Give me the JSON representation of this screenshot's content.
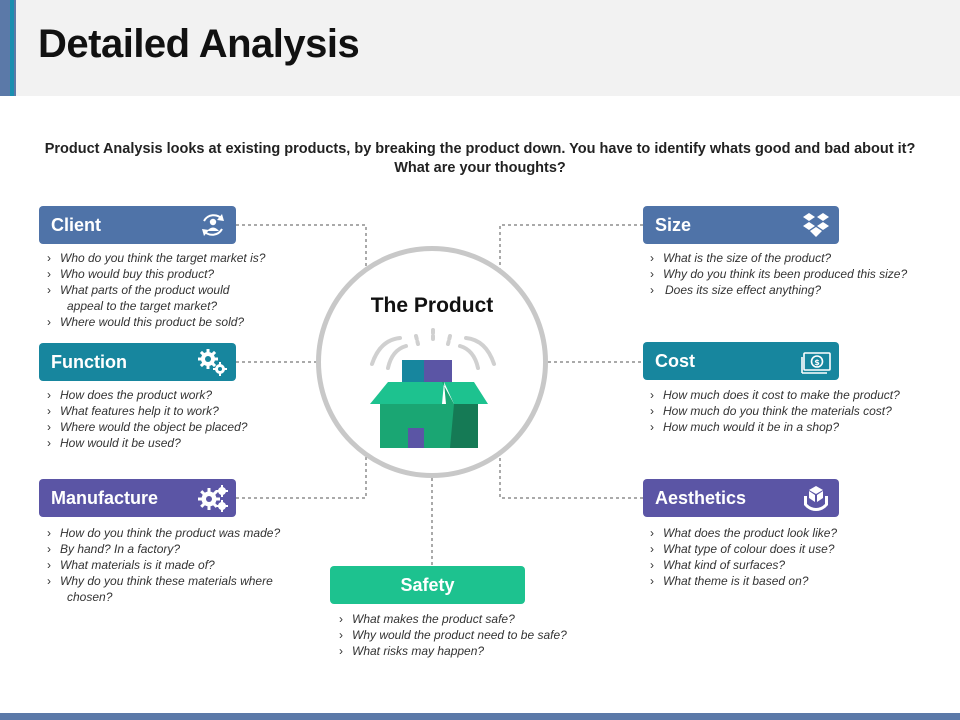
{
  "title": "Detailed Analysis",
  "intro": "Product Analysis looks at existing products, by breaking the product down. You have to identify whats good and bad about it? What are your thoughts?",
  "center": {
    "label": "The Product"
  },
  "colors": {
    "blue": "#4f73a8",
    "teal": "#17869e",
    "purple": "#5b55a5",
    "green": "#1dc28f"
  },
  "categories": {
    "client": {
      "label": "Client",
      "icon": "user-cycle-icon",
      "items": [
        "Who do you think the target market is?",
        "Who would buy this product?",
        "What parts of the product would",
        "appeal to the target market?",
        "Where would this product be sold?"
      ]
    },
    "function": {
      "label": "Function",
      "icon": "gears-icon",
      "items": [
        "How does the product work?",
        "What features help it to work?",
        "Where would the object be placed?",
        "How would it be used?"
      ]
    },
    "manufacture": {
      "label": "Manufacture",
      "icon": "cogs-icon",
      "items": [
        "How do you think the product was made?",
        "By hand? In a factory?",
        "What materials is it made of?",
        "Why do you think these materials where",
        "chosen?"
      ]
    },
    "size": {
      "label": "Size",
      "icon": "boxes-icon",
      "items": [
        "What is the size of the product?",
        "Why do you think its been produced this size?",
        "Does its size effect anything?"
      ]
    },
    "cost": {
      "label": "Cost",
      "icon": "money-icon",
      "items": [
        "How much does it cost to make the product?",
        "How much do you think the materials cost?",
        "How much would it be in a shop?"
      ]
    },
    "aesthetics": {
      "label": "Aesthetics",
      "icon": "hand-box-icon",
      "items": [
        "What does the product look like?",
        "What type of colour does it use?",
        "What kind of surfaces?",
        "What theme is it based on?"
      ]
    },
    "safety": {
      "label": "Safety",
      "items": [
        "What makes the product safe?",
        "Why would the product need to be safe?",
        "What risks may happen?"
      ]
    }
  }
}
